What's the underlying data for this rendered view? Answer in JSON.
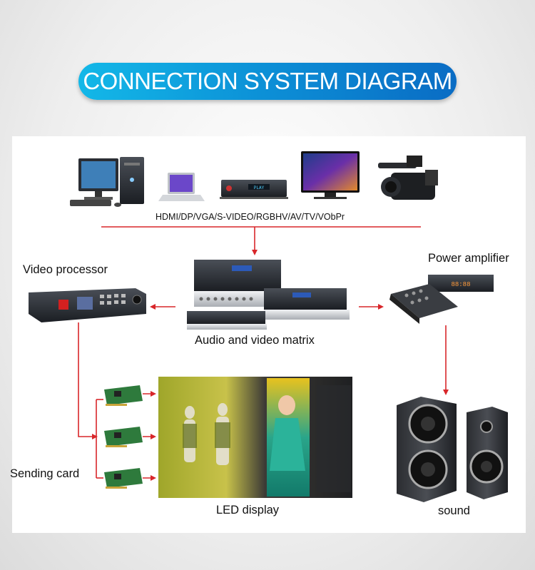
{
  "title": "CONNECTION SYSTEM DIAGRAM",
  "sources": {
    "caption": "HDMI/DP/VGA/S-VIDEO/RGBHV/AV/TV/VObPr",
    "icons": [
      "desktop-computer-icon",
      "laptop-icon",
      "dvd-player-icon",
      "television-icon",
      "video-camera-icon"
    ]
  },
  "labels": {
    "video_processor": "Video processor",
    "power_amplifier": "Power amplifier",
    "matrix": "Audio and video matrix",
    "sending_card": "Sending card",
    "led_display": "LED display",
    "sound": "sound"
  },
  "screen_text": {
    "dvd_display": "PLAY",
    "amp_display": "88:88"
  },
  "colors": {
    "title_gradient_start": "#13b8e8",
    "title_gradient_end": "#0a6cc4",
    "connector": "#d8262a"
  }
}
